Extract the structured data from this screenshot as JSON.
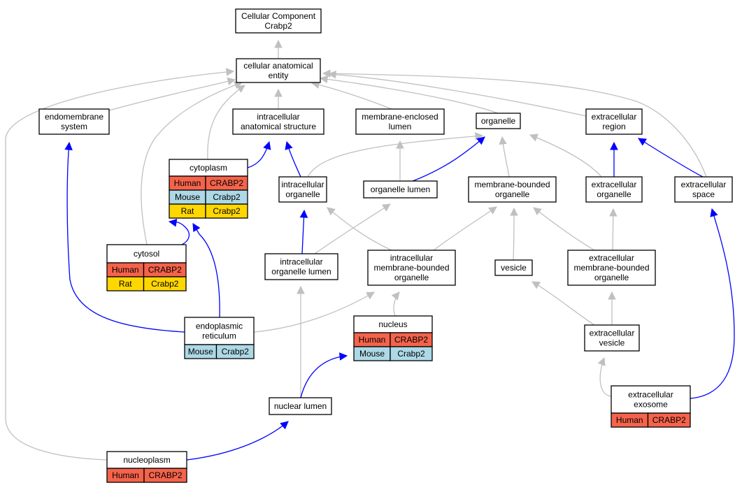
{
  "colors": {
    "human": "#f4634b",
    "mouse": "#add8e6",
    "rat": "#ffd700",
    "is_a_edge": "#c0c0c0",
    "part_of_edge": "#0000ff"
  },
  "nodes": {
    "cc_root": {
      "lines": [
        "Cellular Component",
        "Crabp2"
      ]
    },
    "cellular_anatomical_entity": {
      "lines": [
        "cellular anatomical",
        "entity"
      ]
    },
    "endomembrane_system": {
      "lines": [
        "endomembrane",
        "system"
      ]
    },
    "intracellular_anatomical_structure": {
      "lines": [
        "intracellular",
        "anatomical structure"
      ]
    },
    "membrane_enclosed_lumen": {
      "lines": [
        "membrane-enclosed",
        "lumen"
      ]
    },
    "organelle": {
      "lines": [
        "organelle"
      ]
    },
    "extracellular_region": {
      "lines": [
        "extracellular",
        "region"
      ]
    },
    "cytoplasm": {
      "lines": [
        "cytoplasm"
      ],
      "rows": [
        {
          "species": "Human",
          "gene": "CRABP2",
          "color": "#f4634b"
        },
        {
          "species": "Mouse",
          "gene": "Crabp2",
          "color": "#add8e6"
        },
        {
          "species": "Rat",
          "gene": "Crabp2",
          "color": "#ffd700"
        }
      ]
    },
    "intracellular_organelle": {
      "lines": [
        "intracellular",
        "organelle"
      ]
    },
    "organelle_lumen": {
      "lines": [
        "organelle lumen"
      ]
    },
    "membrane_bounded_organelle": {
      "lines": [
        "membrane-bounded",
        "organelle"
      ]
    },
    "extracellular_organelle": {
      "lines": [
        "extracellular",
        "organelle"
      ]
    },
    "extracellular_space": {
      "lines": [
        "extracellular",
        "space"
      ]
    },
    "cytosol": {
      "lines": [
        "cytosol"
      ],
      "rows": [
        {
          "species": "Human",
          "gene": "CRABP2",
          "color": "#f4634b"
        },
        {
          "species": "Rat",
          "gene": "Crabp2",
          "color": "#ffd700"
        }
      ]
    },
    "intracellular_organelle_lumen": {
      "lines": [
        "intracellular",
        "organelle lumen"
      ]
    },
    "intracellular_membrane_bounded_organelle": {
      "lines": [
        "intracellular",
        "membrane-bounded",
        "organelle"
      ]
    },
    "vesicle": {
      "lines": [
        "vesicle"
      ]
    },
    "extracellular_membrane_bounded_organelle": {
      "lines": [
        "extracellular",
        "membrane-bounded",
        "organelle"
      ]
    },
    "endoplasmic_reticulum": {
      "lines": [
        "endoplasmic",
        "reticulum"
      ],
      "rows": [
        {
          "species": "Mouse",
          "gene": "Crabp2",
          "color": "#add8e6"
        }
      ]
    },
    "nucleus": {
      "lines": [
        "nucleus"
      ],
      "rows": [
        {
          "species": "Human",
          "gene": "CRABP2",
          "color": "#f4634b"
        },
        {
          "species": "Mouse",
          "gene": "Crabp2",
          "color": "#add8e6"
        }
      ]
    },
    "extracellular_vesicle": {
      "lines": [
        "extracellular",
        "vesicle"
      ]
    },
    "nuclear_lumen": {
      "lines": [
        "nuclear lumen"
      ]
    },
    "extracellular_exosome": {
      "lines": [
        "extracellular",
        "exosome"
      ],
      "rows": [
        {
          "species": "Human",
          "gene": "CRABP2",
          "color": "#f4634b"
        }
      ]
    },
    "nucleoplasm": {
      "lines": [
        "nucleoplasm"
      ],
      "rows": [
        {
          "species": "Human",
          "gene": "CRABP2",
          "color": "#f4634b"
        }
      ]
    }
  },
  "edges": [
    {
      "from": "cellular_anatomical_entity",
      "to": "cc_root",
      "type": "is_a"
    },
    {
      "from": "endomembrane_system",
      "to": "cellular_anatomical_entity",
      "type": "is_a"
    },
    {
      "from": "intracellular_anatomical_structure",
      "to": "cellular_anatomical_entity",
      "type": "is_a"
    },
    {
      "from": "membrane_enclosed_lumen",
      "to": "cellular_anatomical_entity",
      "type": "is_a"
    },
    {
      "from": "organelle",
      "to": "cellular_anatomical_entity",
      "type": "is_a"
    },
    {
      "from": "extracellular_region",
      "to": "cellular_anatomical_entity",
      "type": "is_a"
    },
    {
      "from": "cytoplasm",
      "to": "cellular_anatomical_entity",
      "type": "is_a"
    },
    {
      "from": "cytosol",
      "to": "cellular_anatomical_entity",
      "type": "is_a"
    },
    {
      "from": "nucleoplasm",
      "to": "cellular_anatomical_entity",
      "type": "is_a"
    },
    {
      "from": "extracellular_space",
      "to": "cellular_anatomical_entity",
      "type": "is_a"
    },
    {
      "from": "cytoplasm",
      "to": "intracellular_anatomical_structure",
      "type": "part_of"
    },
    {
      "from": "intracellular_organelle",
      "to": "intracellular_anatomical_structure",
      "type": "part_of"
    },
    {
      "from": "intracellular_organelle",
      "to": "organelle",
      "type": "is_a"
    },
    {
      "from": "organelle_lumen",
      "to": "membrane_enclosed_lumen",
      "type": "is_a"
    },
    {
      "from": "organelle_lumen",
      "to": "organelle",
      "type": "part_of"
    },
    {
      "from": "membrane_bounded_organelle",
      "to": "organelle",
      "type": "is_a"
    },
    {
      "from": "extracellular_organelle",
      "to": "organelle",
      "type": "is_a"
    },
    {
      "from": "extracellular_organelle",
      "to": "extracellular_region",
      "type": "part_of"
    },
    {
      "from": "extracellular_space",
      "to": "extracellular_region",
      "type": "part_of"
    },
    {
      "from": "cytosol",
      "to": "cytoplasm",
      "type": "part_of"
    },
    {
      "from": "endoplasmic_reticulum",
      "to": "cytoplasm",
      "type": "part_of"
    },
    {
      "from": "endoplasmic_reticulum",
      "to": "endomembrane_system",
      "type": "part_of"
    },
    {
      "from": "endoplasmic_reticulum",
      "to": "intracellular_membrane_bounded_organelle",
      "type": "is_a"
    },
    {
      "from": "intracellular_organelle_lumen",
      "to": "intracellular_organelle",
      "type": "part_of"
    },
    {
      "from": "intracellular_organelle_lumen",
      "to": "organelle_lumen",
      "type": "is_a"
    },
    {
      "from": "intracellular_membrane_bounded_organelle",
      "to": "intracellular_organelle",
      "type": "is_a"
    },
    {
      "from": "intracellular_membrane_bounded_organelle",
      "to": "membrane_bounded_organelle",
      "type": "is_a"
    },
    {
      "from": "vesicle",
      "to": "membrane_bounded_organelle",
      "type": "is_a"
    },
    {
      "from": "extracellular_membrane_bounded_organelle",
      "to": "membrane_bounded_organelle",
      "type": "is_a"
    },
    {
      "from": "extracellular_membrane_bounded_organelle",
      "to": "extracellular_organelle",
      "type": "is_a"
    },
    {
      "from": "nucleus",
      "to": "intracellular_membrane_bounded_organelle",
      "type": "is_a"
    },
    {
      "from": "extracellular_vesicle",
      "to": "vesicle",
      "type": "is_a"
    },
    {
      "from": "extracellular_vesicle",
      "to": "extracellular_membrane_bounded_organelle",
      "type": "is_a"
    },
    {
      "from": "nuclear_lumen",
      "to": "intracellular_organelle_lumen",
      "type": "is_a"
    },
    {
      "from": "nuclear_lumen",
      "to": "nucleus",
      "type": "part_of"
    },
    {
      "from": "extracellular_exosome",
      "to": "extracellular_vesicle",
      "type": "is_a"
    },
    {
      "from": "extracellular_exosome",
      "to": "extracellular_space",
      "type": "part_of"
    },
    {
      "from": "nucleoplasm",
      "to": "nuclear_lumen",
      "type": "part_of"
    }
  ]
}
